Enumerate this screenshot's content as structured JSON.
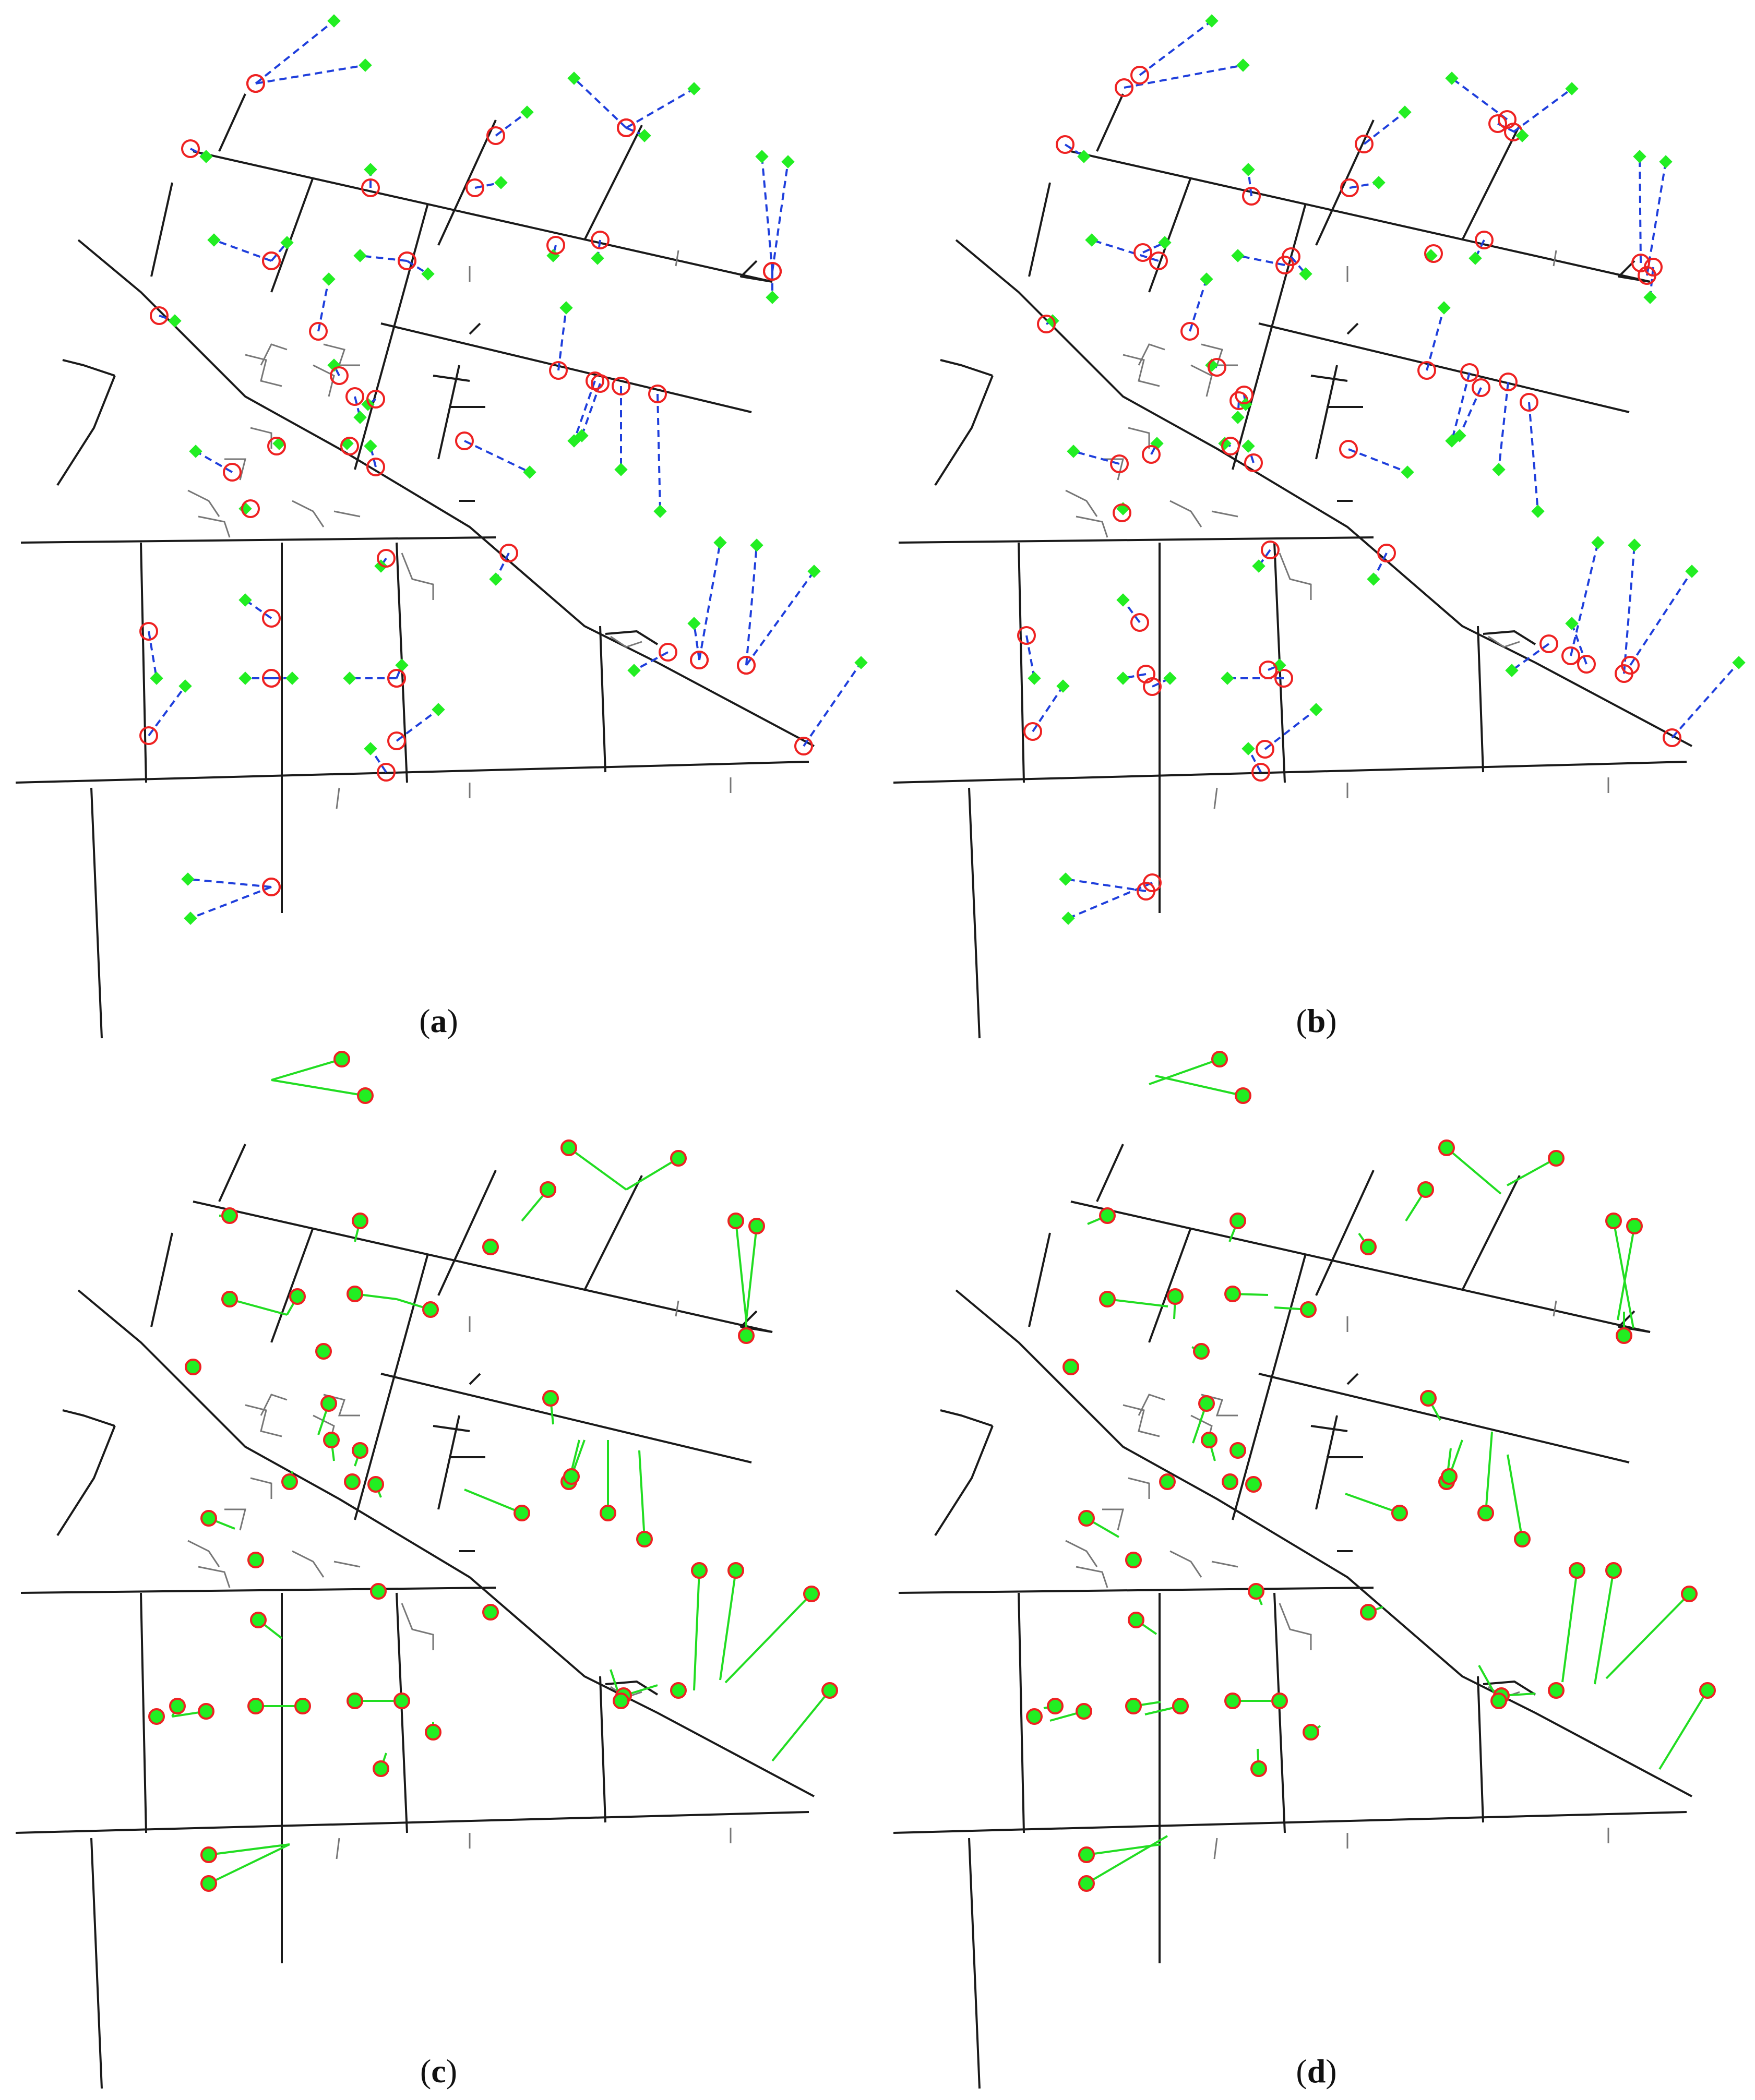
{
  "panels": [
    {
      "id": "a",
      "letter": "a",
      "style": "dashed"
    },
    {
      "id": "b",
      "letter": "b",
      "style": "dashed"
    },
    {
      "id": "c",
      "letter": "c",
      "style": "solid"
    },
    {
      "id": "d",
      "letter": "d",
      "style": "solid"
    }
  ],
  "colors": {
    "road": "#1a1a1a",
    "detail": "#777777",
    "dashed_link": "#1f3fdc",
    "solid_link": "#22dd22",
    "point_fill": "#22ee22",
    "circle_stroke": "#ee2222"
  }
}
